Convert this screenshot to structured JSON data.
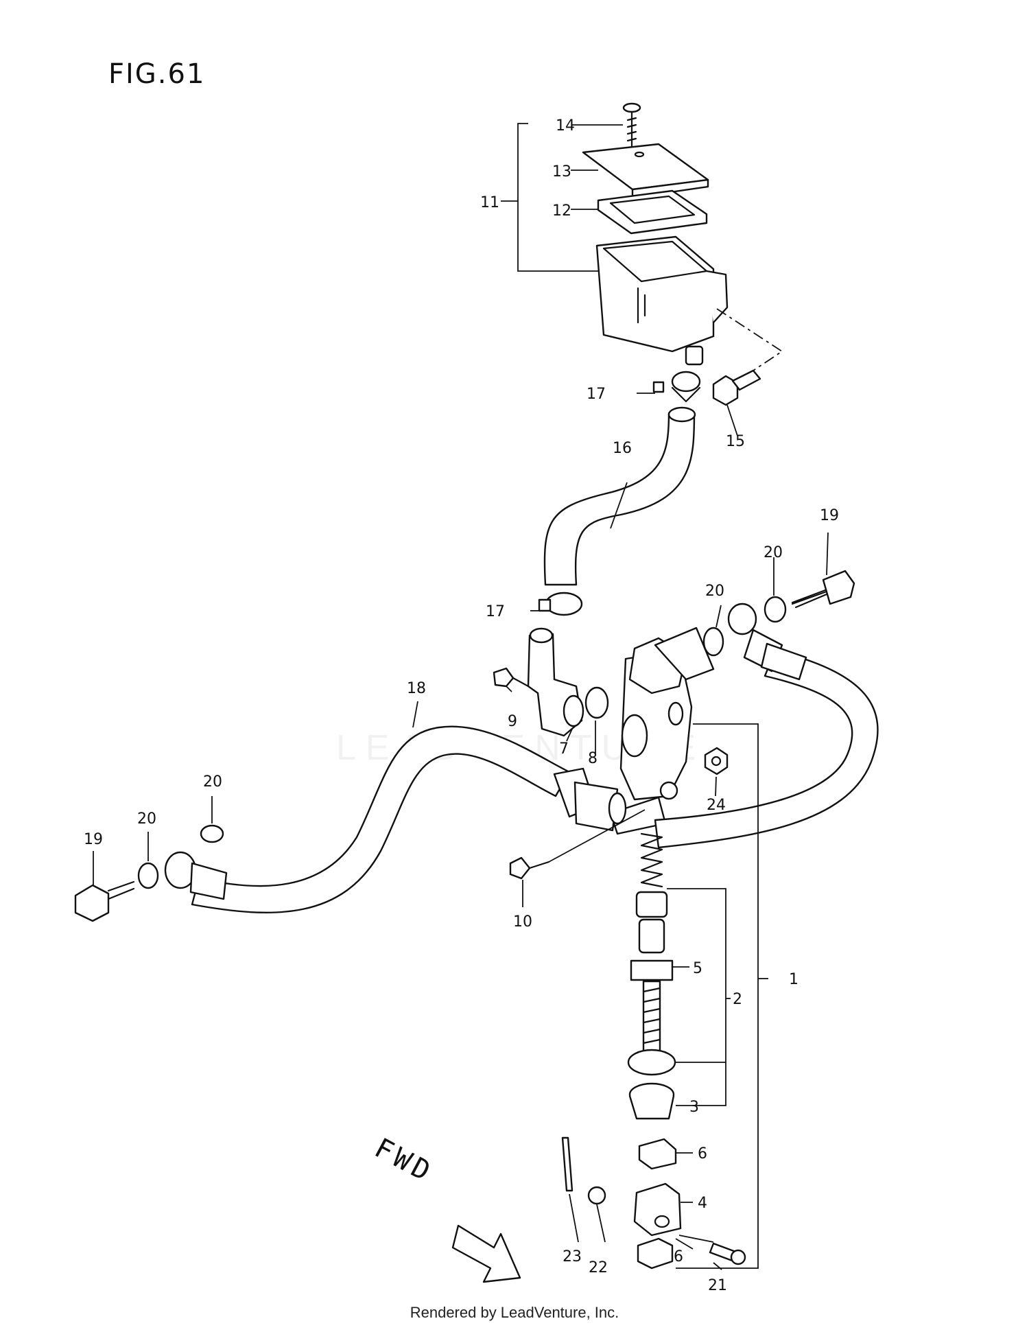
{
  "figure": {
    "title": "FIG.61",
    "direction_label": "FWD",
    "footer": "Rendered by LeadVenture, Inc.",
    "watermark": "LEADVENTURE"
  },
  "callouts": [
    {
      "id": "c14",
      "label": "14"
    },
    {
      "id": "c13",
      "label": "13"
    },
    {
      "id": "c11",
      "label": "11"
    },
    {
      "id": "c12",
      "label": "12"
    },
    {
      "id": "c17a",
      "label": "17"
    },
    {
      "id": "c15",
      "label": "15"
    },
    {
      "id": "c16",
      "label": "16"
    },
    {
      "id": "c19a",
      "label": "19"
    },
    {
      "id": "c20a",
      "label": "20"
    },
    {
      "id": "c20b",
      "label": "20"
    },
    {
      "id": "c17b",
      "label": "17"
    },
    {
      "id": "c18",
      "label": "18"
    },
    {
      "id": "c9",
      "label": "9"
    },
    {
      "id": "c7",
      "label": "7"
    },
    {
      "id": "c8",
      "label": "8"
    },
    {
      "id": "c24",
      "label": "24"
    },
    {
      "id": "c20c",
      "label": "20"
    },
    {
      "id": "c20d",
      "label": "20"
    },
    {
      "id": "c19b",
      "label": "19"
    },
    {
      "id": "c10",
      "label": "10"
    },
    {
      "id": "c5",
      "label": "5"
    },
    {
      "id": "c2",
      "label": "2"
    },
    {
      "id": "c1",
      "label": "1"
    },
    {
      "id": "c3",
      "label": "3"
    },
    {
      "id": "c6a",
      "label": "6"
    },
    {
      "id": "c4",
      "label": "4"
    },
    {
      "id": "c23",
      "label": "23"
    },
    {
      "id": "c22",
      "label": "22"
    },
    {
      "id": "c6b",
      "label": "6"
    },
    {
      "id": "c21",
      "label": "21"
    }
  ]
}
